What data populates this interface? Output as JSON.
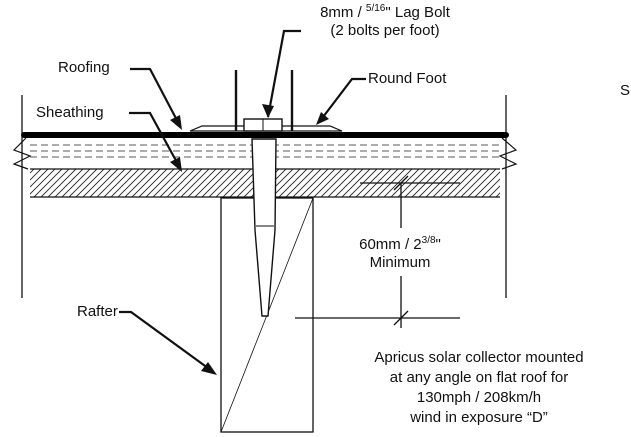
{
  "labels": {
    "lag_bolt_line1_pre": "8mm / ",
    "lag_bolt_frac": "5/16",
    "lag_bolt_line1_post": "\" Lag Bolt",
    "lag_bolt_line2": "(2 bolts per foot)",
    "roofing": "Roofing",
    "round_foot": "Round Foot",
    "sheathing": "Sheathing",
    "dimension_line1_pre": "60mm / 2",
    "dimension_frac": "3/8",
    "dimension_line1_post": "\"",
    "dimension_line2": "Minimum",
    "rafter": "Rafter",
    "edge_fragment": "S"
  },
  "caption": [
    "Apricus solar collector mounted",
    "at any angle on flat roof for",
    "130mph / 208km/h",
    "wind in exposure “D”"
  ]
}
